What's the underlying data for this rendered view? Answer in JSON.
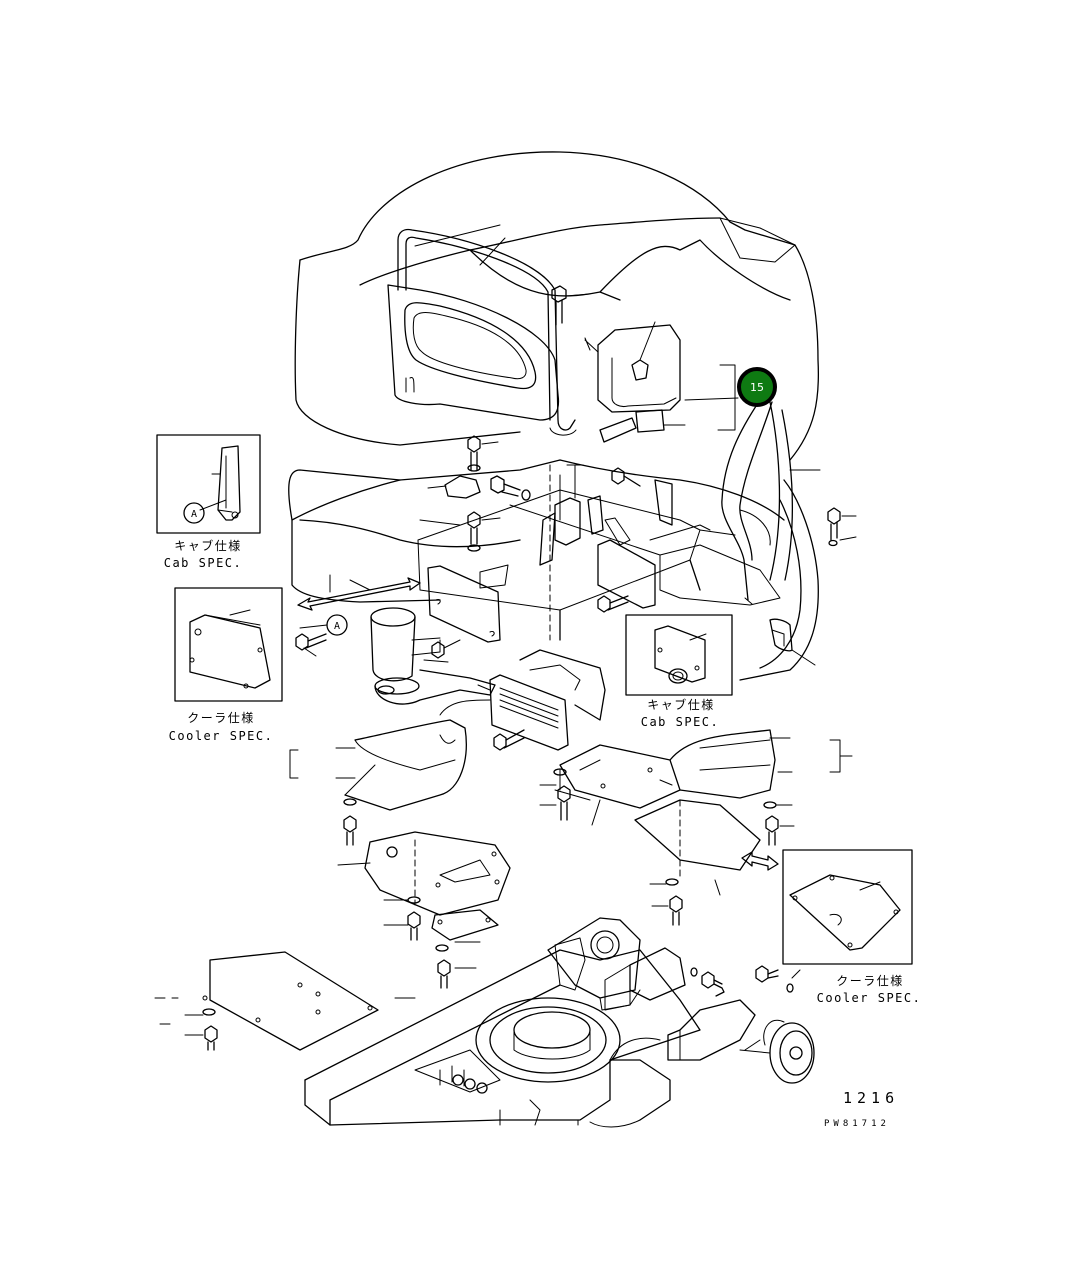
{
  "callout": {
    "number": "15",
    "fill_color": "#0e7a12",
    "border_color": "#000000"
  },
  "insets": [
    {
      "line1": "キャブ仕様",
      "line2": "Cab SPEC."
    },
    {
      "line1": "クーラ仕様",
      "line2": "Cooler SPEC."
    },
    {
      "line1": "キャブ仕様",
      "line2": "Cab SPEC."
    },
    {
      "line1": "クーラ仕様",
      "line2": "Cooler SPEC."
    }
  ],
  "markers": {
    "a1": "A",
    "a2": "A"
  },
  "figure": {
    "number": "1216",
    "code": "PW81712"
  }
}
